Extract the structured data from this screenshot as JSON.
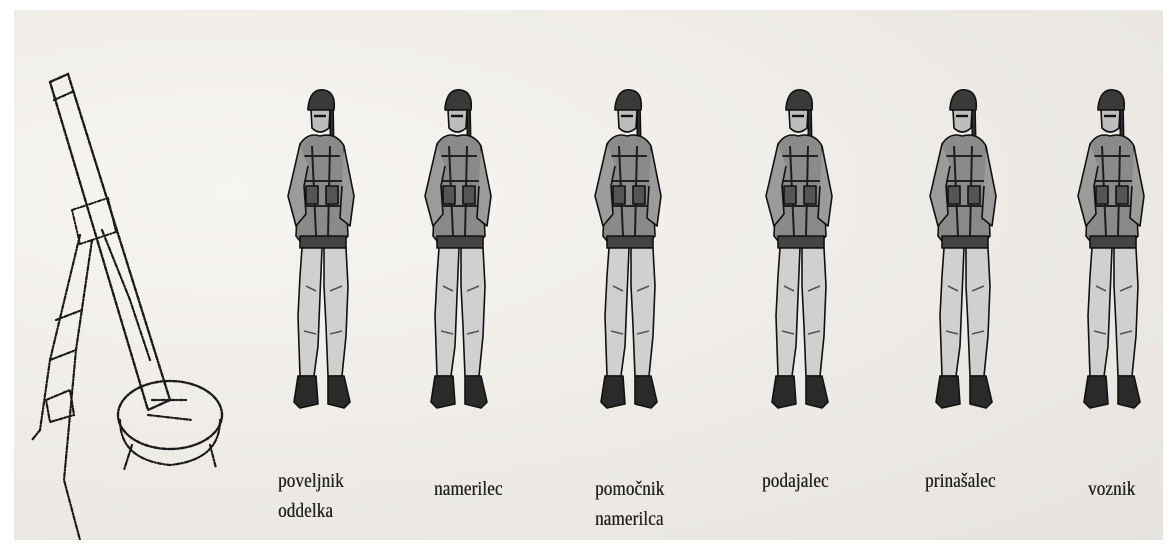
{
  "crew": [
    {
      "id": "poveljnik",
      "line1": "poveljnik",
      "line2": "oddelka"
    },
    {
      "id": "namerilec",
      "line1": "namerilec",
      "line2": ""
    },
    {
      "id": "pomocnik",
      "line1": "pomočnik",
      "line2": "namerilca"
    },
    {
      "id": "podajalec",
      "line1": "podajalec",
      "line2": ""
    },
    {
      "id": "prinasalec",
      "line1": "prinašalec",
      "line2": ""
    },
    {
      "id": "voznik",
      "line1": "voznik",
      "line2": ""
    }
  ]
}
